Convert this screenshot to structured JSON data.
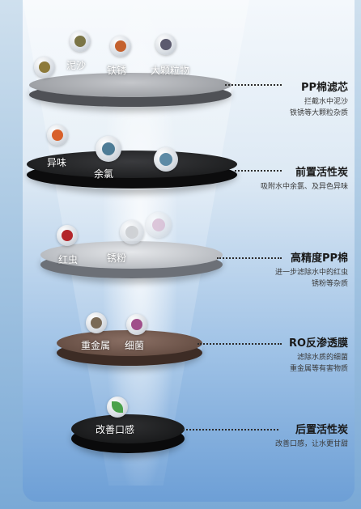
{
  "layers": [
    {
      "title": "PP棉滤芯",
      "desc": [
        "拦截水中泥沙",
        "铁锈等大颗粒杂质"
      ],
      "impurities": [
        "泥沙",
        "铁锈",
        "大颗粒物"
      ]
    },
    {
      "title": "前置活性炭",
      "desc": [
        "吸附水中余氯、及异色异味"
      ],
      "impurities": [
        "异味",
        "余氯"
      ]
    },
    {
      "title": "高精度PP棉",
      "desc": [
        "进一步滤除水中的红虫",
        "锈粉等杂质"
      ],
      "impurities": [
        "红虫",
        "锈粉"
      ]
    },
    {
      "title": "RO反渗透膜",
      "desc": [
        "滤除水质的细菌",
        "重金属等有害物质"
      ],
      "impurities": [
        "重金属",
        "细菌"
      ]
    },
    {
      "title": "后置活性炭",
      "desc": [
        "改善口感，让水更甘甜"
      ],
      "impurities": [
        "改善口感"
      ]
    }
  ],
  "colors": {
    "layer1": "#8e9196",
    "layer2": "#141516",
    "layer3": "#a7abb1",
    "layer4": "#5a4339",
    "layer5": "#121314"
  }
}
